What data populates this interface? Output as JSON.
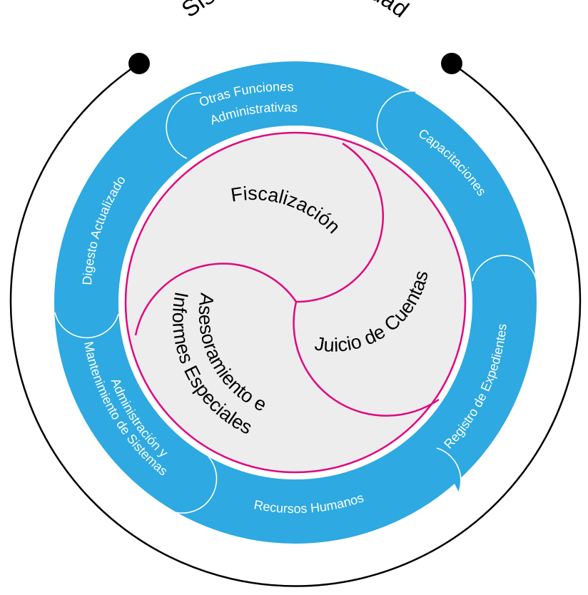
{
  "title": "Sistema de la Calidad",
  "colors": {
    "ring": "#2EA9E1",
    "core_fill": "#EDEDED",
    "core_stroke": "#E0087E",
    "outline": "#000000",
    "segment_divider": "#FFFFFF",
    "segment_text": "#FFFFFF",
    "core_text": "#000000"
  },
  "outer_segments": [
    {
      "id": "otras-funciones",
      "lines": [
        "Otras Funciones",
        "Administrativas"
      ]
    },
    {
      "id": "capacitaciones",
      "lines": [
        "Capacitaciones"
      ]
    },
    {
      "id": "registro-expedientes",
      "lines": [
        "Registro de Expedientes"
      ]
    },
    {
      "id": "recursos-humanos",
      "lines": [
        "Recursos Humanos"
      ]
    },
    {
      "id": "administracion-sistemas",
      "lines": [
        "Administración y",
        "Mantenimiento de Sistemas"
      ]
    },
    {
      "id": "digesto",
      "lines": [
        "Digesto Actualizado"
      ]
    }
  ],
  "core_sections": [
    {
      "id": "fiscalizacion",
      "lines": [
        "Fiscalización"
      ]
    },
    {
      "id": "juicio-cuentas",
      "lines": [
        "Juicio de Cuentas"
      ]
    },
    {
      "id": "asesoramiento",
      "lines": [
        "Asesoramiento e",
        "Informes Especiales"
      ]
    }
  ]
}
